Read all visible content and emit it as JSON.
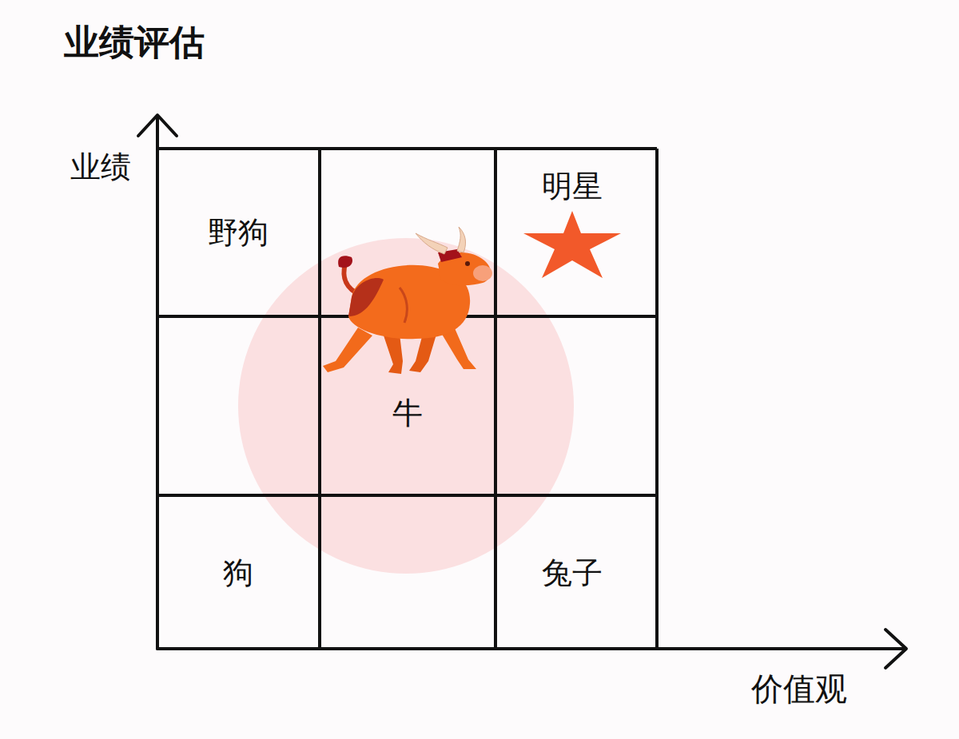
{
  "diagram": {
    "title": "业绩评估",
    "nodes": [
      {
        "text": [
          "野狗"
        ]
      },
      {
        "text": [
          "明星"
        ]
      },
      {
        "text": [
          "牛"
        ]
      },
      {
        "text": [
          "狗"
        ]
      },
      {
        "text": [
          "兔子"
        ]
      }
    ],
    "labels": [
      "业绩",
      "价值观"
    ]
  }
}
